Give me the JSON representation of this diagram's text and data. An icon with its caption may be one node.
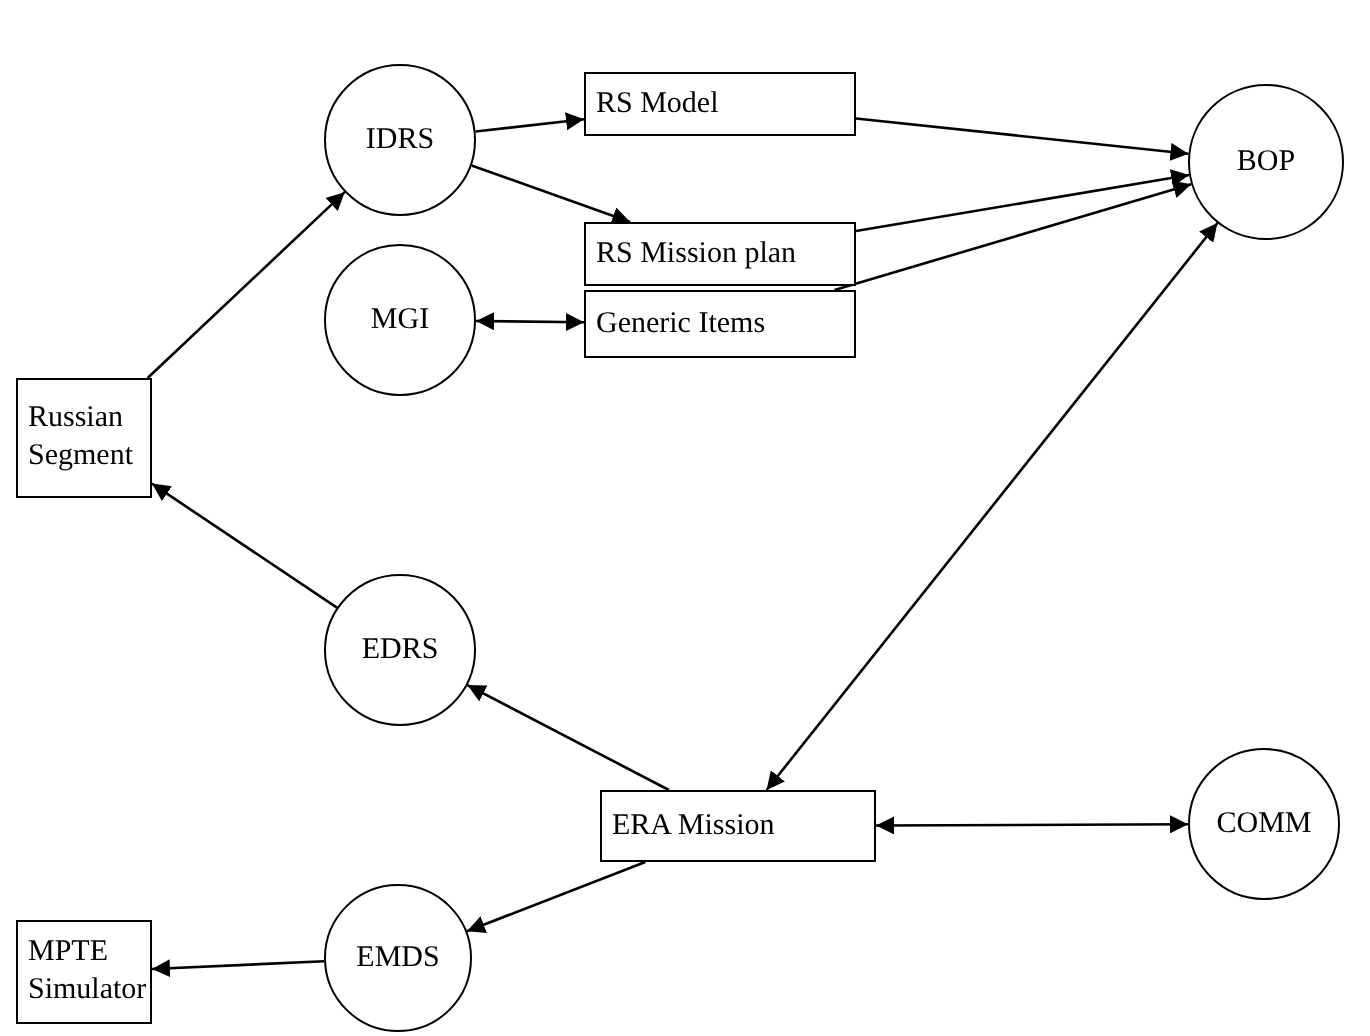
{
  "diagram": {
    "nodes": [
      {
        "text": [
          "IDRS"
        ]
      },
      {
        "text": [
          "RS Model"
        ]
      },
      {
        "text": [
          "RS Mission plan"
        ]
      },
      {
        "text": [
          "BOP"
        ]
      },
      {
        "text": [
          "MGI"
        ]
      },
      {
        "text": [
          "Generic Items"
        ]
      },
      {
        "text": [
          "Russian Segment"
        ]
      },
      {
        "text": [
          "EDRS"
        ]
      },
      {
        "text": [
          "ERA Mission"
        ]
      },
      {
        "text": [
          "COMM"
        ]
      },
      {
        "text": [
          "EMDS"
        ]
      },
      {
        "text": [
          "MPTE Simulator"
        ]
      }
    ],
    "edges": [
      {
        "from": 6,
        "to": 0,
        "arrow": "to"
      },
      {
        "from": 0,
        "to": 1,
        "arrow": "to"
      },
      {
        "from": 0,
        "to": 2,
        "arrow": "to"
      },
      {
        "from": 4,
        "to": 5,
        "arrow": "both"
      },
      {
        "from": 1,
        "to": 3,
        "arrow": "to"
      },
      {
        "from": 2,
        "to": 3,
        "arrow": "to"
      },
      {
        "from": 5,
        "to": 3,
        "arrow": "to"
      },
      {
        "from": 8,
        "to": 3,
        "arrow": "both"
      },
      {
        "from": 8,
        "to": 9,
        "arrow": "both"
      },
      {
        "from": 7,
        "to": 6,
        "arrow": "to"
      },
      {
        "from": 8,
        "to": 7,
        "arrow": "to"
      },
      {
        "from": 8,
        "to": 10,
        "arrow": "to"
      },
      {
        "from": 10,
        "to": 11,
        "arrow": "to"
      }
    ]
  }
}
